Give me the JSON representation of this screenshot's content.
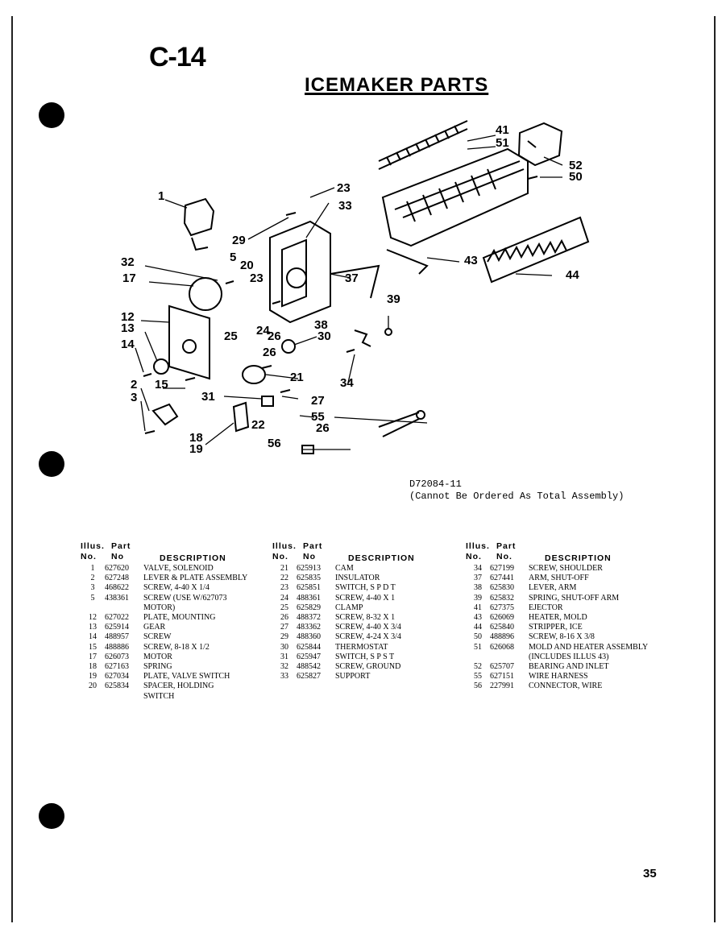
{
  "page": {
    "code": "C-14",
    "title": "ICEMAKER PARTS",
    "assembly_number": "D72084-11",
    "assembly_note": "(Cannot Be Ordered As Total  Assembly)",
    "page_number": "35"
  },
  "table_headers": {
    "illus_line1": "Illus.",
    "illus_line2": "No.",
    "part_line1": "Part",
    "part_line2": "No",
    "part_line2_alt": "No.",
    "description": "DESCRIPTION"
  },
  "columns": [
    [
      {
        "no": "1",
        "part": "627620",
        "desc": "VALVE, SOLENOID"
      },
      {
        "no": "2",
        "part": "627248",
        "desc": "LEVER & PLATE ASSEMBLY"
      },
      {
        "no": "3",
        "part": "468622",
        "desc": "SCREW, 4-40 x 1/4"
      },
      {
        "no": "5",
        "part": "438361",
        "desc": "SCREW (USE W/627073"
      },
      {
        "no": "",
        "part": "",
        "desc": "MOTOR)"
      },
      {
        "no": "12",
        "part": "627022",
        "desc": "PLATE, MOUNTING"
      },
      {
        "no": "13",
        "part": "625914",
        "desc": "GEAR"
      },
      {
        "no": "14",
        "part": "488957",
        "desc": "SCREW"
      },
      {
        "no": "15",
        "part": "488886",
        "desc": "SCREW, 8-18 x 1/2"
      },
      {
        "no": "17",
        "part": "626073",
        "desc": "MOTOR"
      },
      {
        "no": "18",
        "part": "627163",
        "desc": "SPRING"
      },
      {
        "no": "19",
        "part": "627034",
        "desc": "PLATE, VALVE SWITCH"
      },
      {
        "no": "20",
        "part": "625834",
        "desc": "SPACER, HOLDING"
      },
      {
        "no": "",
        "part": "",
        "desc": "SWITCH"
      }
    ],
    [
      {
        "no": "21",
        "part": "625913",
        "desc": "CAM"
      },
      {
        "no": "22",
        "part": "625835",
        "desc": "INSULATOR"
      },
      {
        "no": "23",
        "part": "625851",
        "desc": "SWITCH, S P D T"
      },
      {
        "no": "24",
        "part": "488361",
        "desc": "SCREW, 4-40 x 1"
      },
      {
        "no": "25",
        "part": "625829",
        "desc": "CLAMP"
      },
      {
        "no": "26",
        "part": "488372",
        "desc": "SCREW, 8-32 x 1"
      },
      {
        "no": "27",
        "part": "483362",
        "desc": "SCREW, 4-40 x 3/4"
      },
      {
        "no": "29",
        "part": "488360",
        "desc": "SCREW, 4-24 x 3/4"
      },
      {
        "no": "30",
        "part": "625844",
        "desc": "THERMOSTAT"
      },
      {
        "no": "31",
        "part": "625947",
        "desc": "SWITCH, S P S T"
      },
      {
        "no": "32",
        "part": "488542",
        "desc": "SCREW, GROUND"
      },
      {
        "no": "33",
        "part": "625827",
        "desc": "SUPPORT"
      }
    ],
    [
      {
        "no": "34",
        "part": "627199",
        "desc": "SCREW, SHOULDER"
      },
      {
        "no": "37",
        "part": "627441",
        "desc": "ARM, SHUT-OFF"
      },
      {
        "no": "38",
        "part": "625830",
        "desc": "LEVER, ARM"
      },
      {
        "no": "39",
        "part": "625832",
        "desc": "SPRING, SHUT-OFF ARM"
      },
      {
        "no": "41",
        "part": "627375",
        "desc": "EJECTOR"
      },
      {
        "no": "43",
        "part": "626069",
        "desc": "HEATER, MOLD"
      },
      {
        "no": "44",
        "part": "625840",
        "desc": "STRIPPER, ICE"
      },
      {
        "no": "50",
        "part": "488896",
        "desc": "SCREW, 8-16 x 3/8"
      },
      {
        "no": "51",
        "part": "626068",
        "desc": "MOLD AND HEATER ASSEMBLY"
      },
      {
        "no": "",
        "part": "",
        "desc": "(INCLUDES ILLUS 43)"
      },
      {
        "no": "52",
        "part": "625707",
        "desc": "BEARING AND INLET"
      },
      {
        "no": "55",
        "part": "627151",
        "desc": "WIRE HARNESS"
      },
      {
        "no": "56",
        "part": "227991",
        "desc": "CONNECTOR, WIRE"
      }
    ]
  ],
  "callouts": [
    "1",
    "2",
    "3",
    "5",
    "12",
    "13",
    "14",
    "15",
    "17",
    "18",
    "19",
    "20",
    "21",
    "22",
    "23",
    "23",
    "24",
    "25",
    "26",
    "26",
    "26",
    "27",
    "29",
    "30",
    "31",
    "32",
    "33",
    "34",
    "37",
    "38",
    "39",
    "41",
    "43",
    "44",
    "50",
    "51",
    "52",
    "55",
    "56"
  ]
}
